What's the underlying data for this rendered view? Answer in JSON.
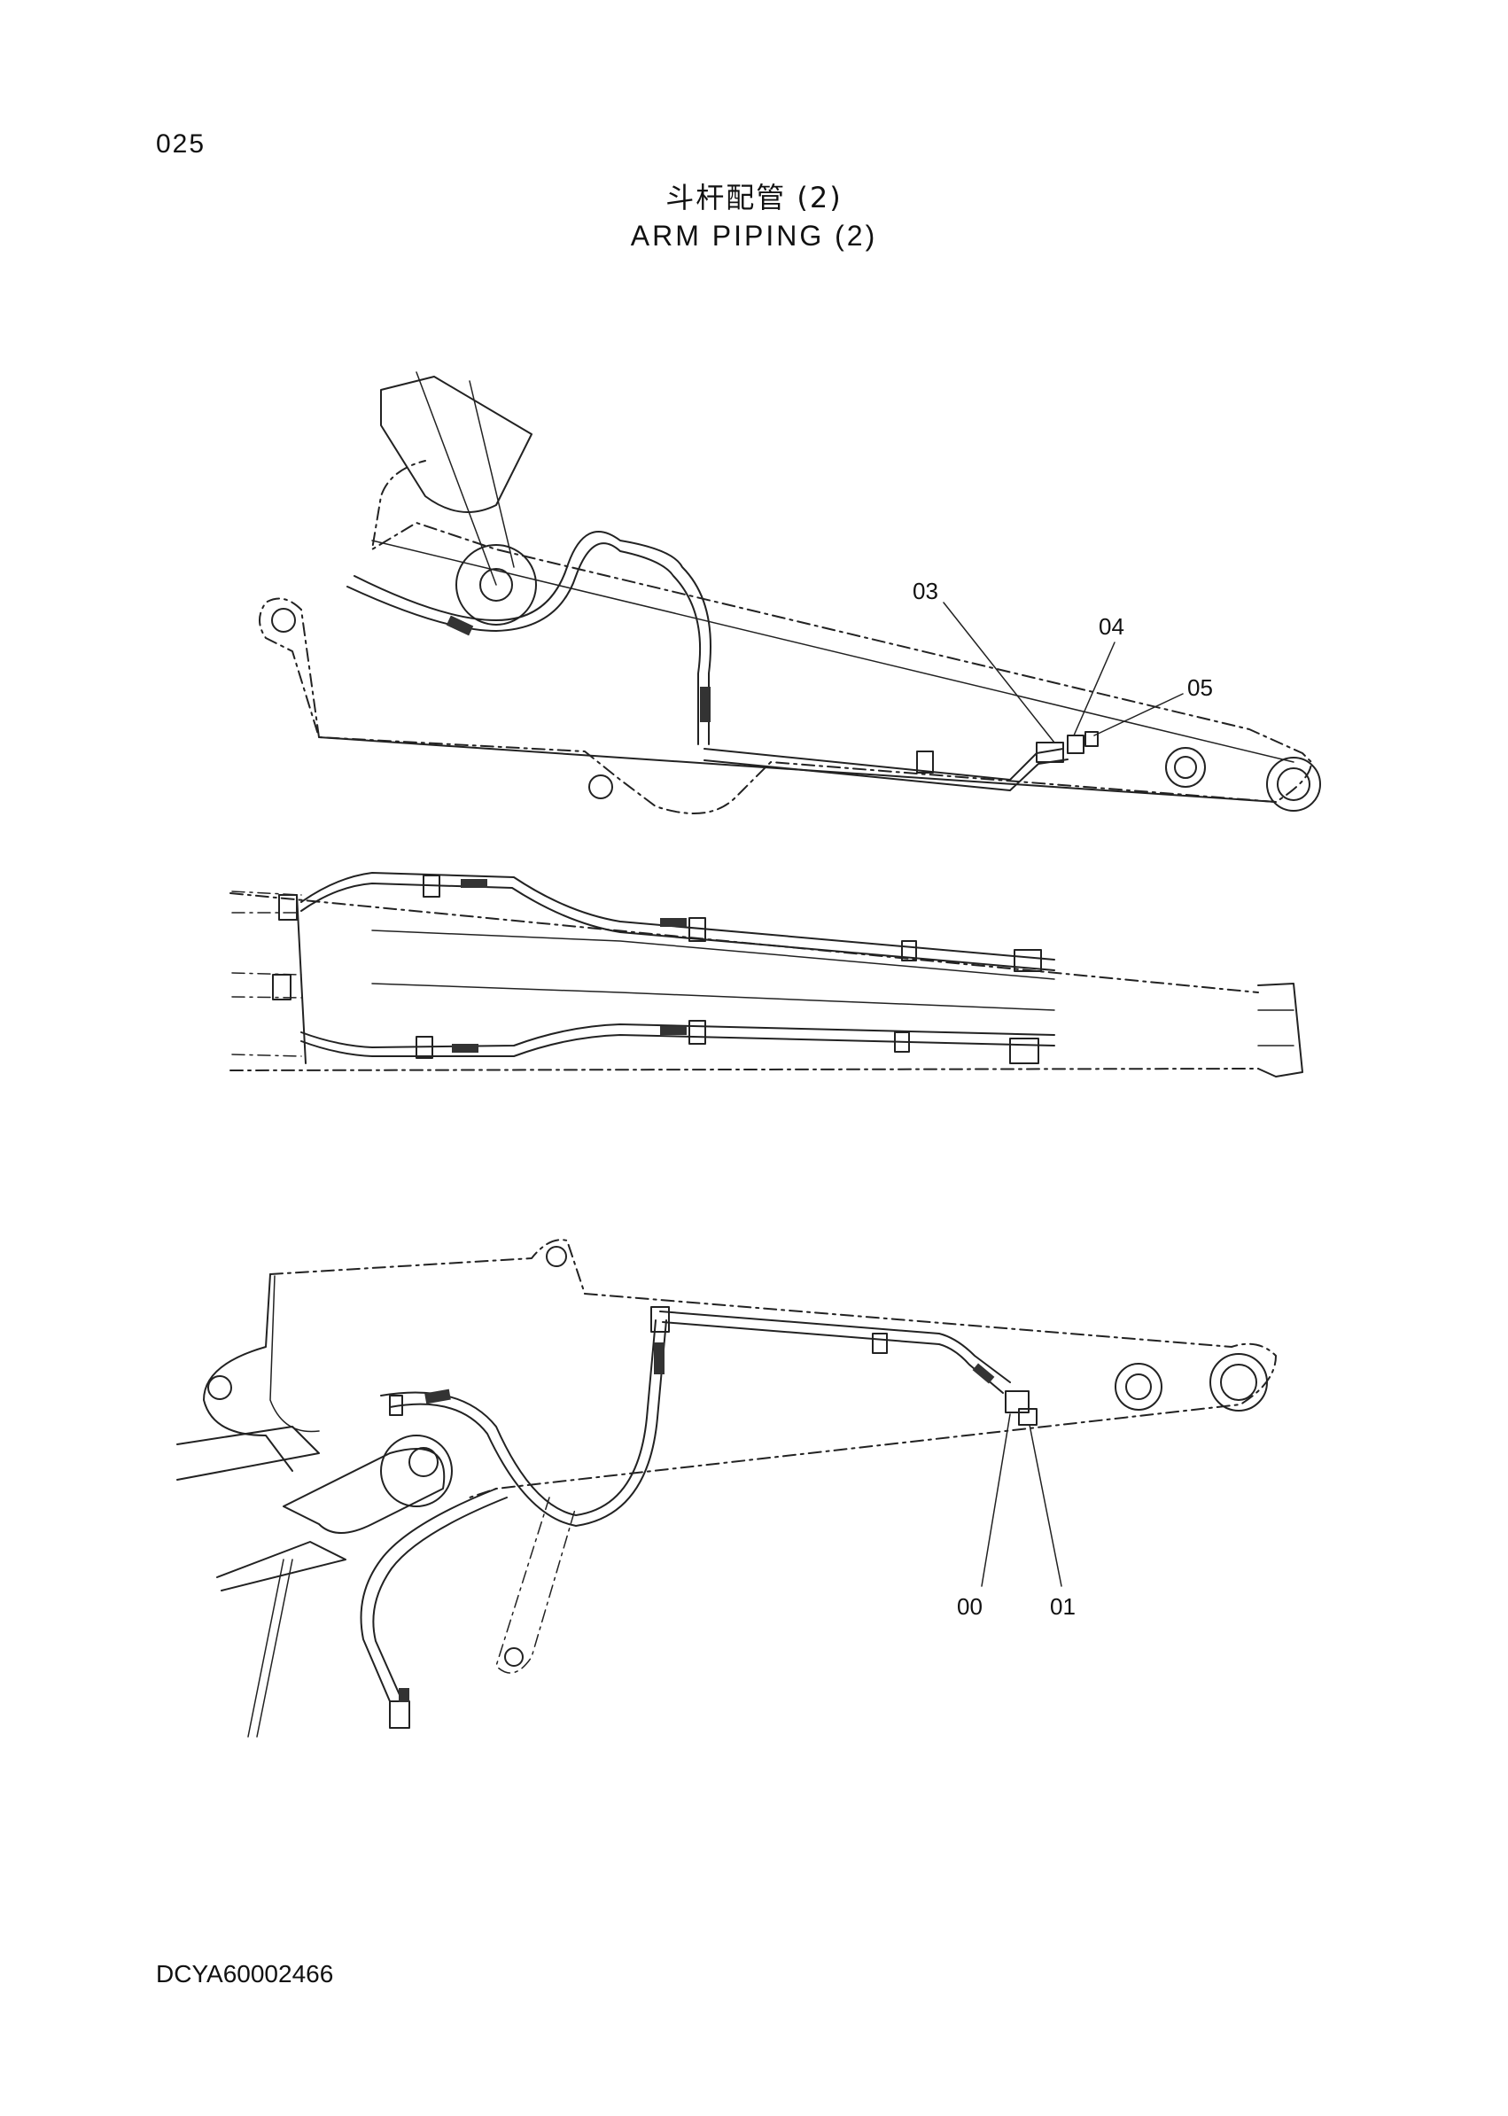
{
  "page_number": "025",
  "title_cn": "斗杆配管 (2)",
  "title_en": "ARM  PIPING (2)",
  "document_code": "DCYA60002466",
  "callouts": {
    "c03": "03",
    "c04": "04",
    "c05": "05",
    "c00": "00",
    "c01": "01"
  }
}
